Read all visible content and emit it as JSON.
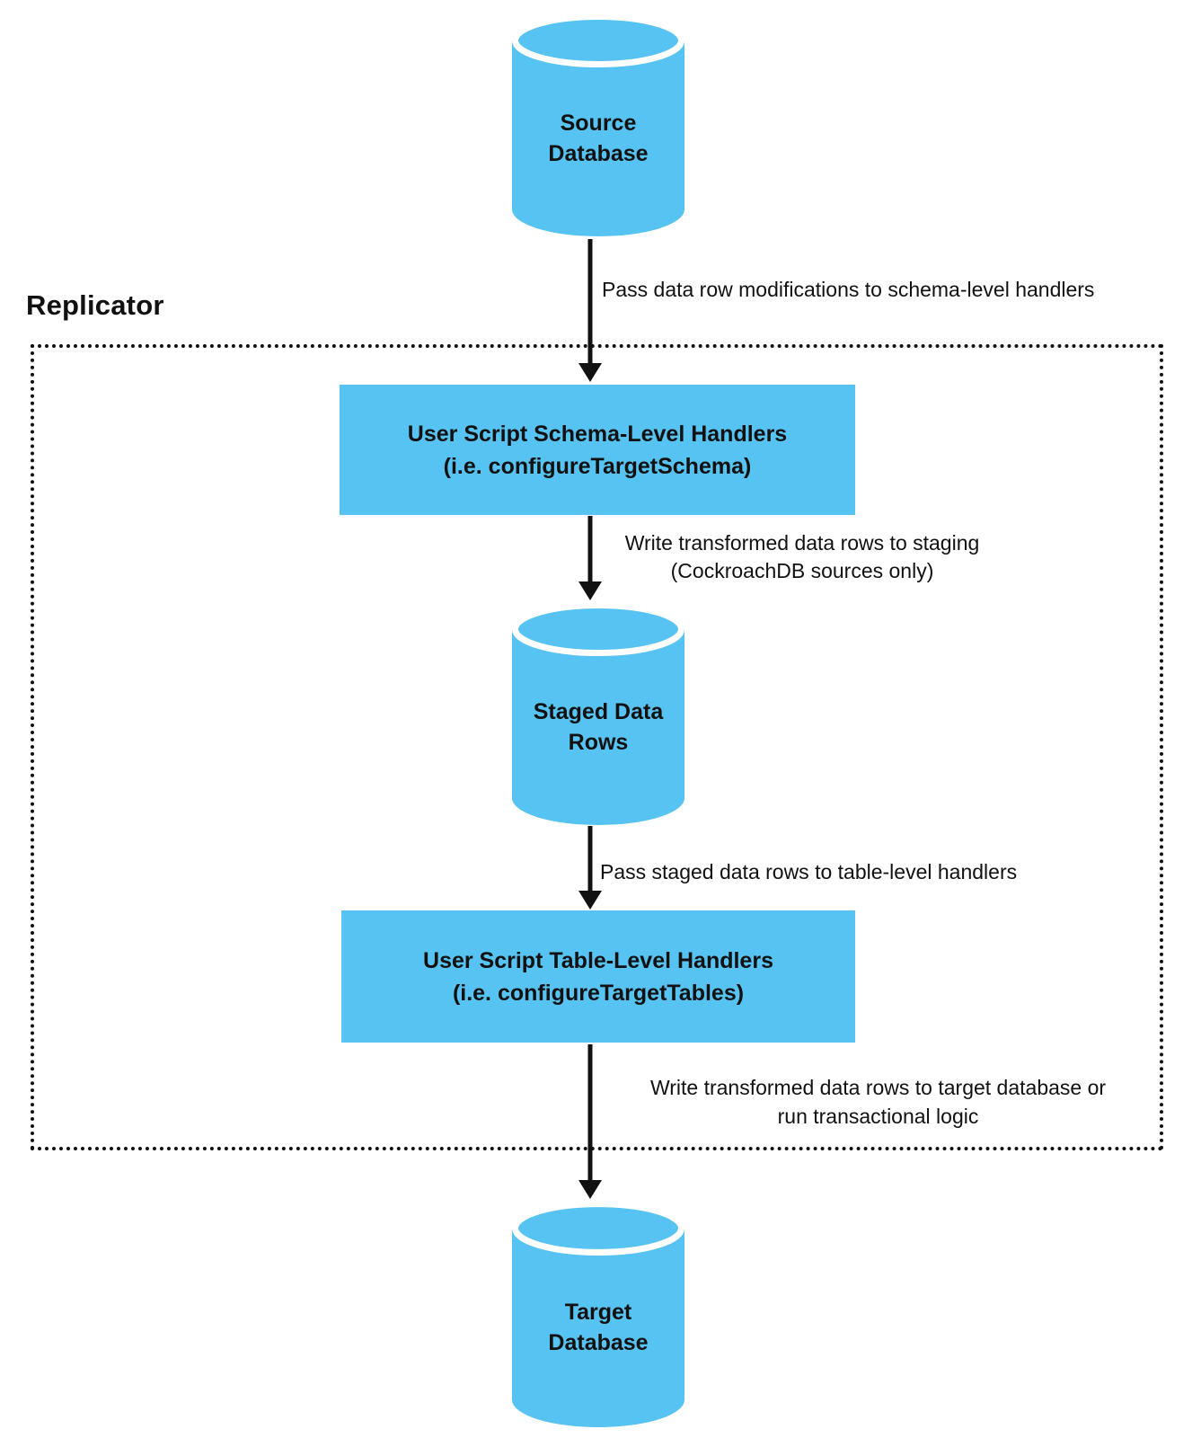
{
  "diagram": {
    "replicator_label": "Replicator",
    "nodes": {
      "source_db": {
        "label": "Source\nDatabase",
        "shape": "database-cylinder"
      },
      "schema_handlers": {
        "label": "User Script Schema-Level Handlers\n(i.e. configureTargetSchema)",
        "shape": "rectangle"
      },
      "staged_rows": {
        "label": "Staged Data\nRows",
        "shape": "database-cylinder"
      },
      "table_handlers": {
        "label": "User Script Table-Level Handlers\n(i.e. configureTargetTables)",
        "shape": "rectangle"
      },
      "target_db": {
        "label": "Target\nDatabase",
        "shape": "database-cylinder"
      }
    },
    "edges": {
      "source_to_schema": "Pass data row modifications to schema-level handlers",
      "schema_to_staged": "Write transformed data rows to staging\n(CockroachDB sources only)",
      "staged_to_table": "Pass staged data rows to table-level handlers",
      "table_to_target": "Write transformed data rows to target database or\nrun transactional logic"
    },
    "colors": {
      "node_fill": "#57C3F2",
      "line": "#111111"
    }
  }
}
